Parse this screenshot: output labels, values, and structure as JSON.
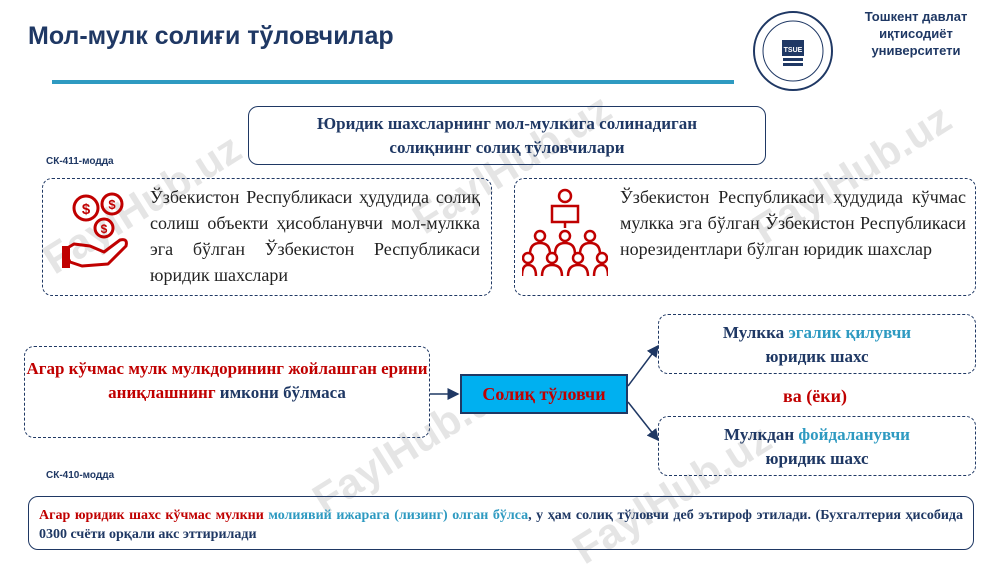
{
  "header": {
    "title": "Мол-мулк солиғи тўловчилар",
    "university": [
      "Тошкент давлат",
      "иқтисодиёт",
      "университети"
    ],
    "logo_abbr": "TSUE",
    "colors": {
      "navy": "#1f3864",
      "accent": "#2e9ac1",
      "red": "#c00000",
      "cyan": "#00b0f0"
    }
  },
  "top_box": {
    "line1": "Юридик шахсларнинг мол-мулкига солинадиган",
    "line2": "солиқнинг солиқ тўловчилари"
  },
  "labels": {
    "article_411": "СК-411-модда",
    "article_410": "СК-410-модда"
  },
  "left_panel": {
    "icon": "hand-money-icon",
    "text": "Ўзбекистон Республикаси ҳудудида солиқ солиш объекти ҳисобланувчи мол-мулкка эга бўлган Ўзбекистон Республикаси юридик шахслари"
  },
  "right_panel": {
    "icon": "audience-speaker-icon",
    "text": "Ўзбекистон Республикаси ҳудудида кўчмас мулкка эга бўлган Ўзбекистон Республикаси норезидентлари бўлган юридик шахслар"
  },
  "condition_box": {
    "part1": "Агар кўчмас мулк мулкдорининг жойлашган ерини аниқлашнинг",
    "part2": " имкони бўлмаса"
  },
  "center_box": {
    "label": "Солиқ тўловчи"
  },
  "owner_box": {
    "part1": "Мулкка ",
    "part2": "эгалик қилувчи",
    "part3": "юридик шахс"
  },
  "or_label": "ва (ёки)",
  "user_box": {
    "part1": "Мулкдан ",
    "part2": "фойдаланувчи",
    "part3": "юридик шахс"
  },
  "bottom_box": {
    "part1": "Агар юридик шахс кўчмас мулкни ",
    "part2": "молиявий ижарага (лизинг) олган бўлса",
    "part3": ", у ҳам солиқ тўловчи деб эътироф этилади. (Бухгалтерия ҳисобида 0300 счёти орқали акс эттирилади"
  },
  "watermark": "FaylHub.uz"
}
